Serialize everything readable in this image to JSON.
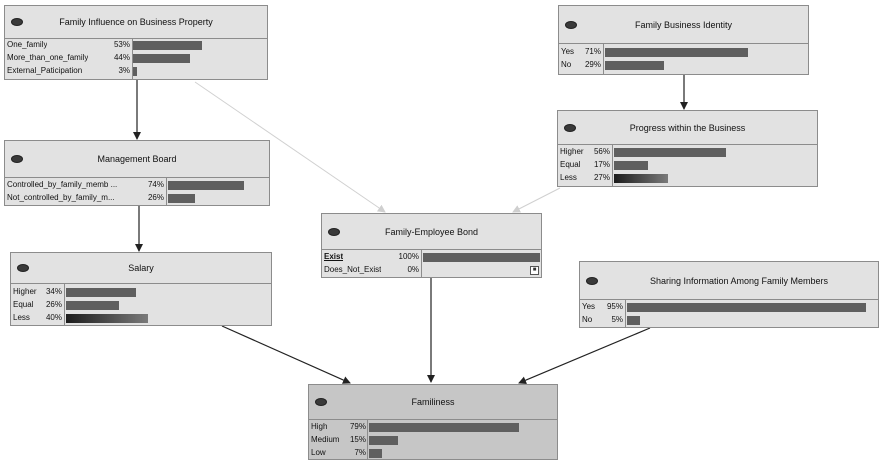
{
  "nodes": {
    "family_influence": {
      "title": "Family Influence on Business Property",
      "states": [
        {
          "label": "One_family",
          "pct": "53%",
          "value": 53
        },
        {
          "label": "More_than_one_family",
          "pct": "44%",
          "value": 44
        },
        {
          "label": "External_Paticipation",
          "pct": "3%",
          "value": 3
        }
      ]
    },
    "family_business_identity": {
      "title": "Family Business Identity",
      "states": [
        {
          "label": "Yes",
          "pct": "71%",
          "value": 71
        },
        {
          "label": "No",
          "pct": "29%",
          "value": 29
        }
      ]
    },
    "progress": {
      "title": "Progress within the Business",
      "states": [
        {
          "label": "Higher",
          "pct": "56%",
          "value": 56
        },
        {
          "label": "Equal",
          "pct": "17%",
          "value": 17
        },
        {
          "label": "Less",
          "pct": "27%",
          "value": 27
        }
      ]
    },
    "management_board": {
      "title": "Management Board",
      "states": [
        {
          "label": "Controlled_by_family_memb ...",
          "pct": "74%",
          "value": 74
        },
        {
          "label": "Not_controlled_by_family_m...",
          "pct": "26%",
          "value": 26
        }
      ]
    },
    "family_employee_bond": {
      "title": "Family-Employee Bond",
      "states": [
        {
          "label": "Exist",
          "pct": "100%",
          "value": 100
        },
        {
          "label": "Does_Not_Exist",
          "pct": "0%",
          "value": 0
        }
      ]
    },
    "salary": {
      "title": "Salary",
      "states": [
        {
          "label": "Higher",
          "pct": "34%",
          "value": 34
        },
        {
          "label": "Equal",
          "pct": "26%",
          "value": 26
        },
        {
          "label": "Less",
          "pct": "40%",
          "value": 40
        }
      ]
    },
    "sharing_information": {
      "title": "Sharing Information Among Family Members",
      "states": [
        {
          "label": "Yes",
          "pct": "95%",
          "value": 95
        },
        {
          "label": "No",
          "pct": "5%",
          "value": 5
        }
      ]
    },
    "familiness": {
      "title": "Familiness",
      "states": [
        {
          "label": "High",
          "pct": "79%",
          "value": 79
        },
        {
          "label": "Medium",
          "pct": "15%",
          "value": 15
        },
        {
          "label": "Low",
          "pct": "7%",
          "value": 7
        }
      ]
    }
  },
  "edges": [
    {
      "from": "family_influence",
      "to": "management_board"
    },
    {
      "from": "management_board",
      "to": "salary"
    },
    {
      "from": "family_influence",
      "to": "family_employee_bond"
    },
    {
      "from": "family_business_identity",
      "to": "progress"
    },
    {
      "from": "progress",
      "to": "family_employee_bond"
    },
    {
      "from": "salary",
      "to": "familiness"
    },
    {
      "from": "family_employee_bond",
      "to": "familiness"
    },
    {
      "from": "sharing_information",
      "to": "familiness"
    }
  ]
}
